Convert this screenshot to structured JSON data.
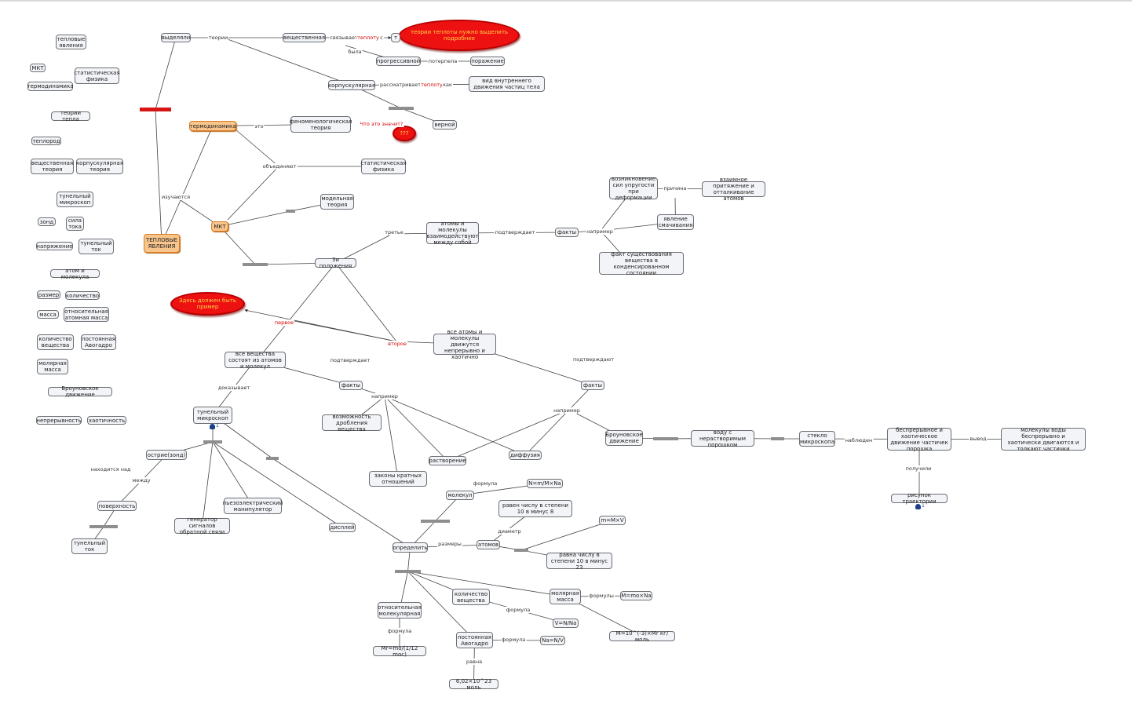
{
  "sidebar": [
    "тепловые явления",
    "МКТ",
    "статистическая физика",
    "термодинамика",
    "теории тепла",
    "теплород",
    "вещественная теория",
    "корпускулярная теория",
    "тунельный микроскоп",
    "зонд",
    "сила тока",
    "напряжение",
    "тунельный ток",
    "атом и молекула",
    "размер",
    "количество",
    "масса",
    "относительная атомная масса",
    "количество вещества",
    "постоянная Авогадро",
    "молярная масса",
    "Броуновское движение",
    "непрерывность",
    "хаотичность"
  ],
  "nodes": {
    "vydelyali": "выделяли",
    "redbar1": "",
    "veshchestvennaya": "вещественная",
    "red_top": "теории теплоты нужно выделить подробнее",
    "bylo_t": "т",
    "progressivnoy": "прогрессивной",
    "porazhenie": "поражение",
    "korpuskulyarnaya": "корпускулярная",
    "vid_dvizheniya": "вид внутреннего движения частиц тела",
    "gray_korp": "",
    "vernoy": "верной",
    "termodinamika": "термодинамика",
    "fenomen": "феноменологическая теория",
    "red_mid": "???",
    "statfiz": "статистическая физика",
    "modelnaya": "модельная теория",
    "mkt": "МКТ",
    "gray_mkt": "",
    "teplovye": "ТЕПЛОВЫЕ ЯВЛЕНИЯ",
    "gray_3pol": "",
    "tri_polozheniya": "3и положения",
    "atomy_vzaimod": "атомы и молекулы взаимодействуют между собой",
    "fakty1": "факты",
    "vozniknovenie": "возникновение сил упругости при деформации",
    "vzaimnoe": "взаимное притяжение и отталкивание атомов",
    "yavlenie_smach": "явление смачивания",
    "fakt_sushch": "факт существования вещества в конденсированном состоянии",
    "red_left": "Здесь должен быть пример",
    "vse_dvizhutsya": "все атомы и молекулы движутся непрерывно и хаотично",
    "vse_veshchestva": "все вещества состоят из атомов и молекул",
    "fakty2": "факты",
    "fakty3": "факты",
    "tunelnyi": "тунельный микроскоп",
    "vozmozhnost": "возможность дробления вещества",
    "zakony": "законы кратных отношений",
    "rastvorenie": "растворение",
    "diffuziya": "диффузия",
    "brounovskoe": "Броуновское движение",
    "gray_br1": "",
    "vodu": "воду с нерастворимым порошком",
    "gray_br2": "",
    "steklo": "стекло микроскопа",
    "bespreryvnoe": "беспрерывное и хаотическое движение частичек порошка",
    "molekuly_vody": "молекулы воды беспрерывно и хаотически двигаются и толкают частички",
    "risunok": "рисунок траектории",
    "gray_tun": "",
    "ostrie": "острие(зонд)",
    "poverkhnost": "поверхность",
    "gray_pov": "",
    "tunelnyi_tok": "тунельный ток",
    "generator": "генератор сигналов обратной связи",
    "pyezo": "пьезоэлектрический манипулятор",
    "displey": "дисплей",
    "gray_displ": "",
    "molekul": "молекул",
    "n_formula": "N=m/M×Na",
    "gray_molek": "",
    "ravem_8": "равен числу в степени 10 в минус 8",
    "m_formula": "m=M×V",
    "atomov": "атомов",
    "gray_atom": "",
    "ravna_23": "равна числу в степени 10 в минус 23",
    "opredelit": "определить",
    "gray_opr": "",
    "otnositelnaya": "относительная молекулярная",
    "mr_formula": "Mr=mo/(1/12 moc)",
    "kolichestvo": "количество вещества",
    "v_formula": "V=N/Na",
    "molyarnaya": "молярная масса",
    "M_formula": "M=mo×Na",
    "M10_formula": "M=10^(-3)×Mr кг/моль",
    "postoyannaya": "постоянная Авогадро",
    "na_formula": "Na=N/V",
    "avogadro_val": "6,02×10^23 моль"
  },
  "labels": {
    "teorii": "теории",
    "svyazyvaet": "связывает",
    "teplotu1": "теплоту",
    "s": "с",
    "byla": "была",
    "poterpela": "потерпела",
    "rassmatrivaet": "рассматривает",
    "teplotu2": "теплоту",
    "kak": "как",
    "eto": "это",
    "chto_eto": "Что это значит?",
    "obedinyayut": "объединяют",
    "izuchayutsya": "изучаются",
    "trete": "третье",
    "podtverzhdaet1": "подтверждает",
    "naprimer1": "например",
    "prichina": "причина",
    "pervoe": "первое",
    "vtoroe": "второе",
    "podtverzhdaet2": "подтверждает",
    "podtverzhdayut": "подтверждают",
    "dokazyvaet": "доказывает",
    "naprimer2": "например",
    "naprimer3": "например",
    "nablyuden": "наблюден",
    "vyvod": "вывод",
    "poluchili": "получили",
    "nakhoditsya": "находится над",
    "mezhdu": "между",
    "formula1": "формула",
    "diametr": "диаметр",
    "razmery": "размеры",
    "formula2": "формула",
    "formuly": "формулы",
    "formula3": "формула",
    "formula4": "формула",
    "ravna": "равна"
  },
  "markers": {
    "m1": "1",
    "m2": "1"
  },
  "colors": {
    "orange_fill": "#f8c68c",
    "red": "#ee1111",
    "gray_bar": "#8e8e8e",
    "line": "#444444"
  }
}
